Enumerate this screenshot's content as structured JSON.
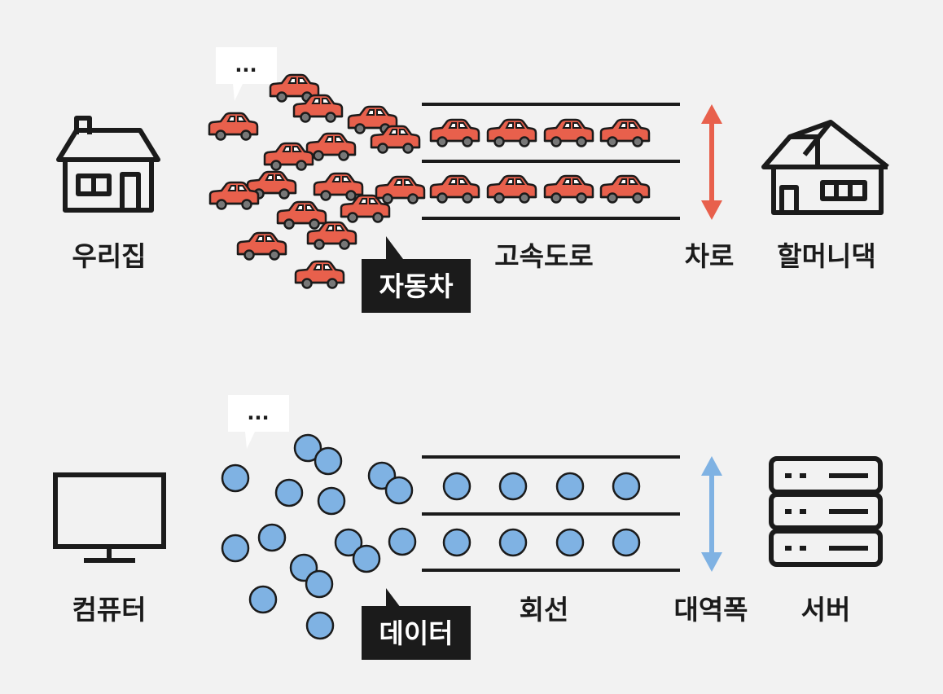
{
  "colors": {
    "car": "#e8604c",
    "packet": "#7fb2e3",
    "lane_arrow_top": "#e8604c",
    "lane_arrow_bottom": "#7fb2e3",
    "outline": "#1b1b1b",
    "tag_bg": "#1b1b1b"
  },
  "top": {
    "source_label": "우리집",
    "source_icon": "house-icon",
    "items_tag": "자동차",
    "road_label": "고속도로",
    "width_label": "차로",
    "dest_label": "할머니댁",
    "dest_icon": "house-icon",
    "speech": "..."
  },
  "bottom": {
    "source_label": "컴퓨터",
    "source_icon": "monitor-icon",
    "items_tag": "데이터",
    "road_label": "회선",
    "width_label": "대역폭",
    "dest_label": "서버",
    "dest_icon": "server-icon",
    "speech": "..."
  }
}
